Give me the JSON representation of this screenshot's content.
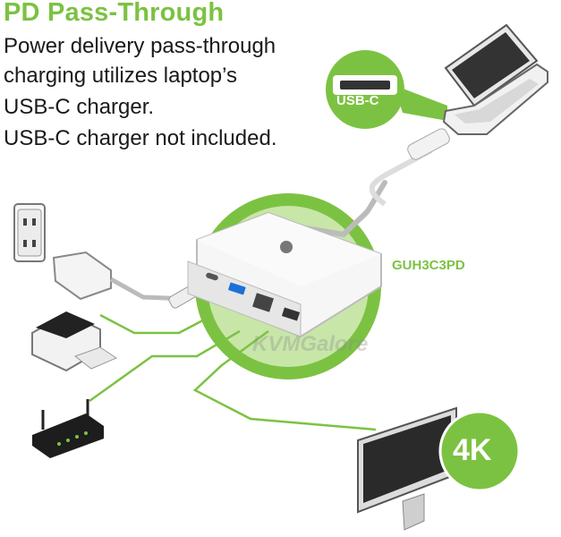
{
  "header": {
    "title": "PD Pass-Through",
    "description_lines": [
      "Power delivery pass-through",
      "charging utilizes laptop’s",
      "USB-C charger.",
      "USB-C charger not included."
    ]
  },
  "callouts": {
    "usb_c_label": "USB-C",
    "resolution_label": "4K"
  },
  "product": {
    "model": "GUH3C3PD"
  },
  "watermark": "KVMGalore",
  "colors": {
    "accent_green": "#7cc242",
    "light_green": "#c8e6a8",
    "text": "#1a1a1a"
  }
}
